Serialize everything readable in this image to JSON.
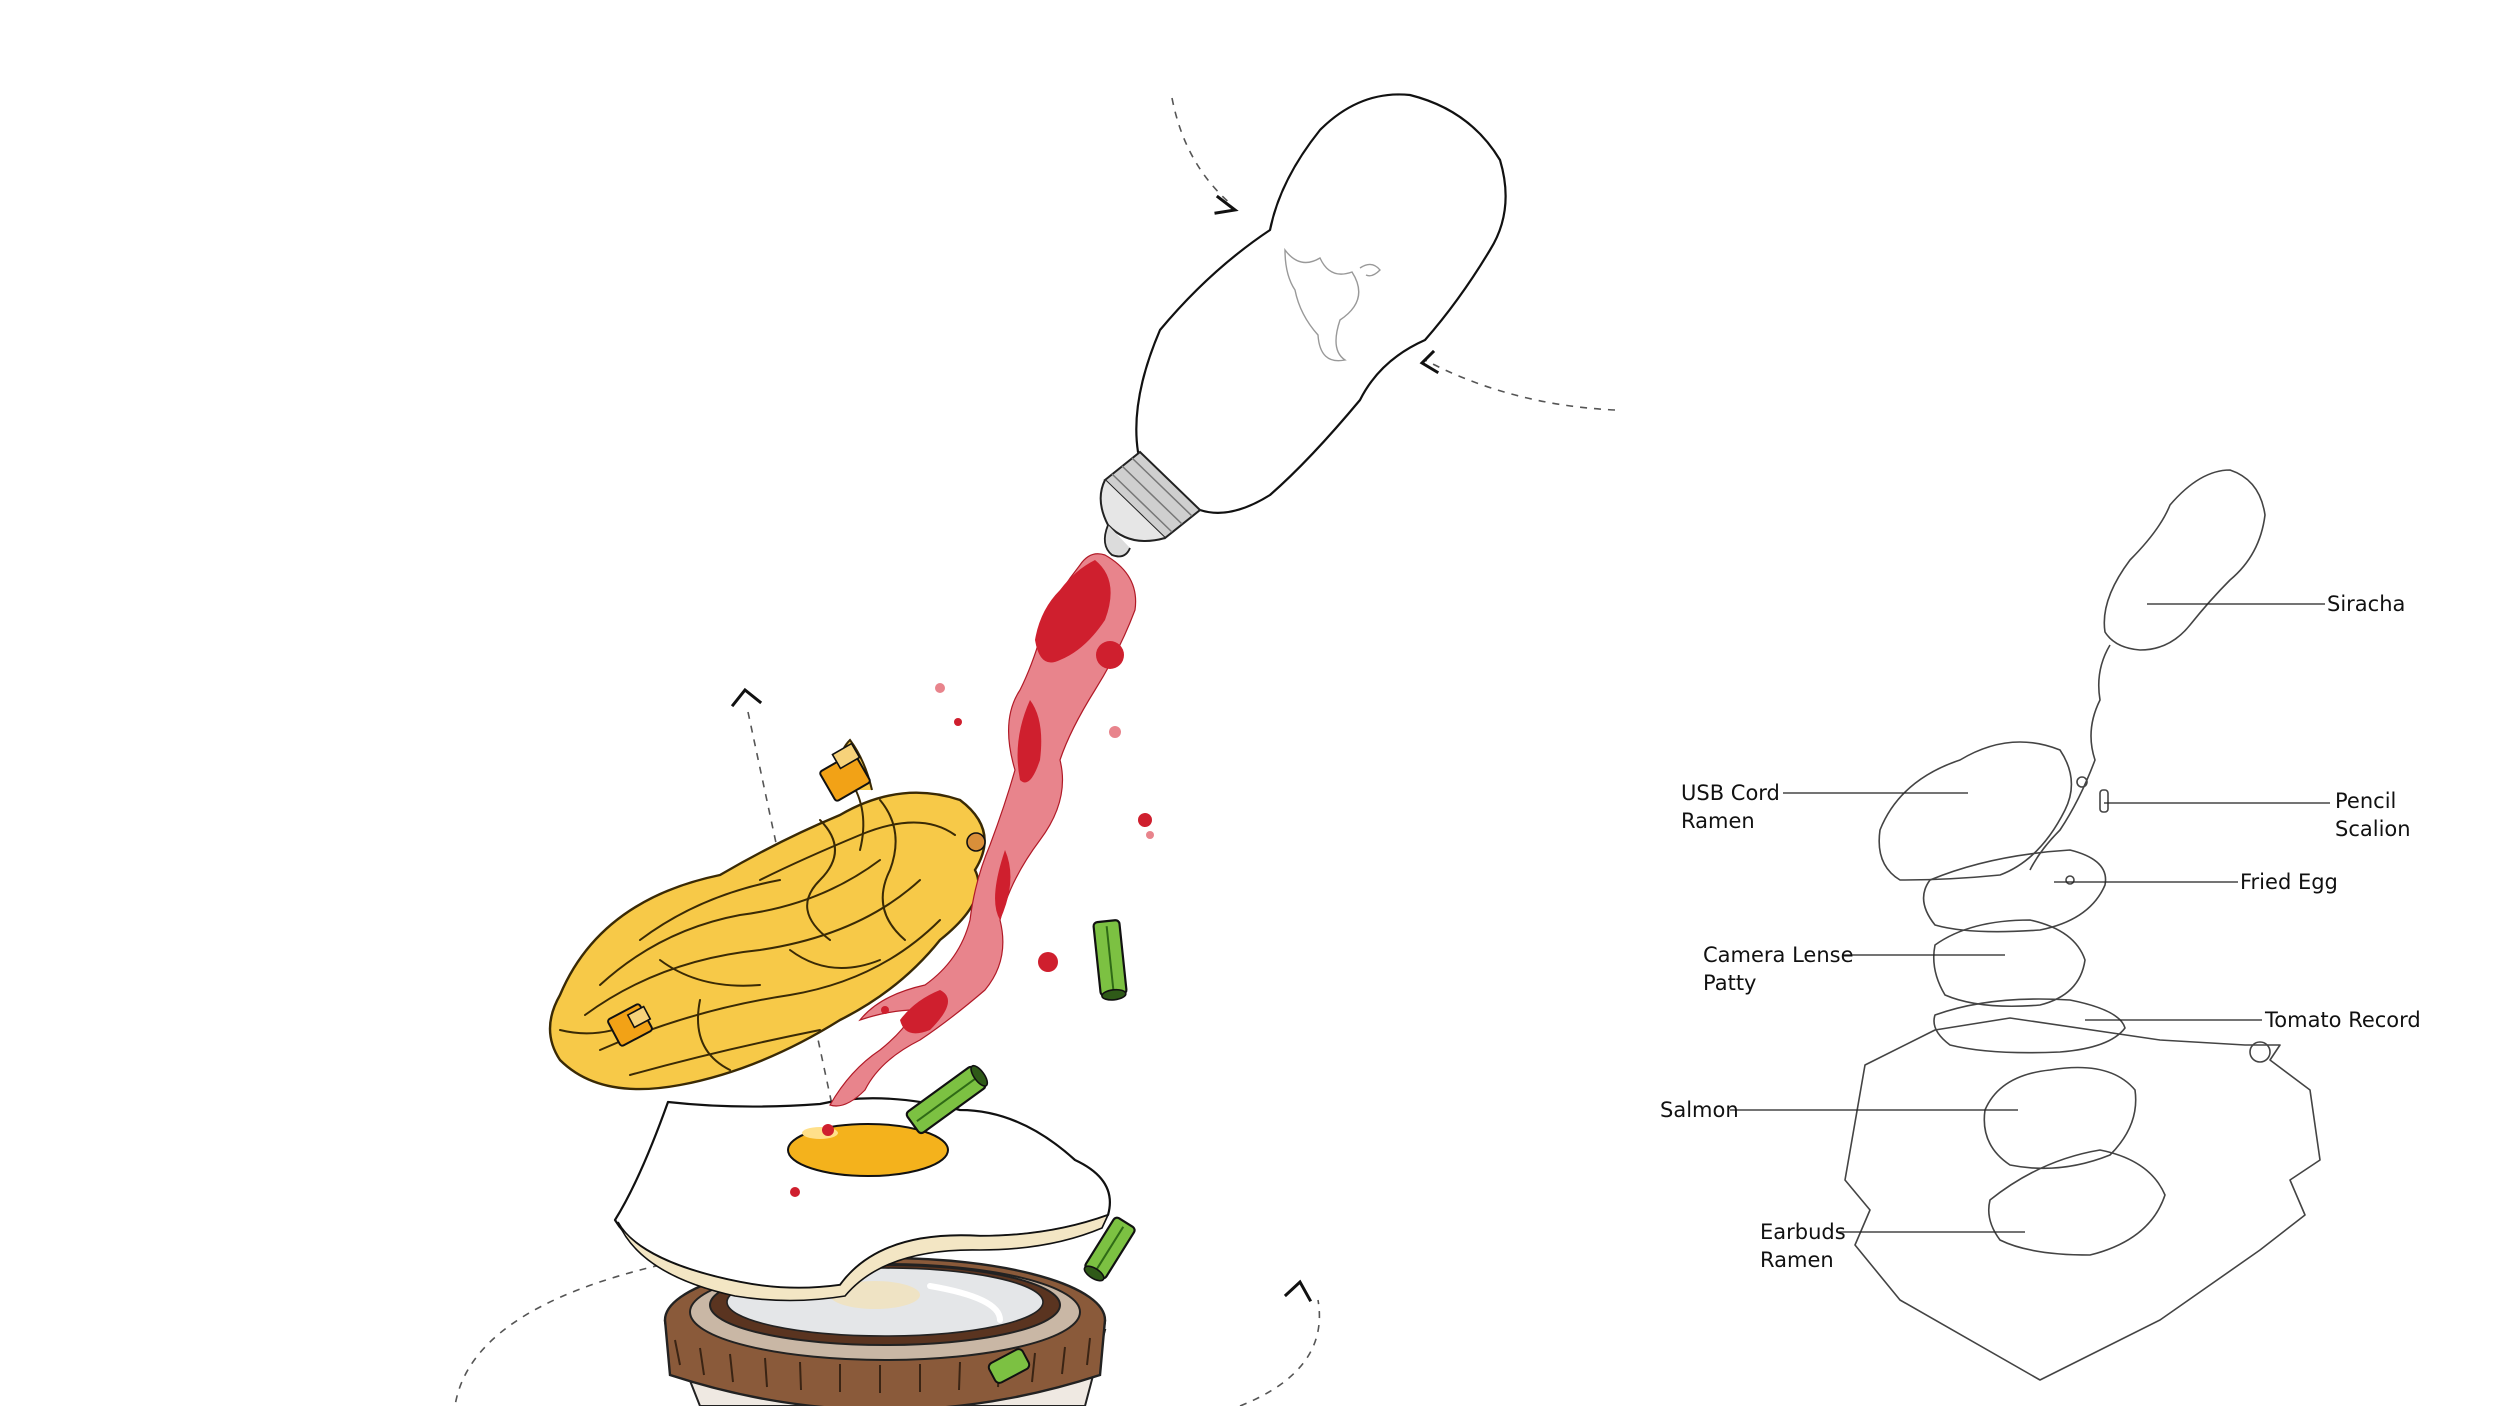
{
  "exploded_view": {
    "parts": [
      "siracha-bottle-icon",
      "sauce-splash-icon",
      "usb-cord-ramen-icon",
      "scallion-pencil-icon",
      "fried-egg-icon",
      "camera-lens-patty-icon"
    ]
  },
  "legend": {
    "labels": [
      {
        "lines": [
          "Siracha"
        ]
      },
      {
        "lines": [
          "USB Cord",
          "Ramen"
        ]
      },
      {
        "lines": [
          "Pencil",
          "Scalion"
        ]
      },
      {
        "lines": [
          "Fried Egg"
        ]
      },
      {
        "lines": [
          "Camera Lense",
          "Patty"
        ]
      },
      {
        "lines": [
          "Tomato Record"
        ]
      },
      {
        "lines": [
          "Salmon"
        ]
      },
      {
        "lines": [
          "Earbuds",
          "Ramen"
        ]
      }
    ]
  },
  "colors": {
    "noodle": "#f7c948",
    "noodle_stroke": "#3a2a05",
    "sauce_light": "#e8848c",
    "sauce_dark": "#cf1f2e",
    "yolk": "#f4b21c",
    "egg_white": "#ffffff",
    "egg_shadow": "#f3e6c4",
    "scallion": "#7cc142",
    "scallion_dark": "#2f6a16",
    "lens_wood": "#8a5a3a",
    "lens_wood_light": "#c9b7a5",
    "lens_glass": "#e4e6e8",
    "cap": "#cfcfcf"
  }
}
